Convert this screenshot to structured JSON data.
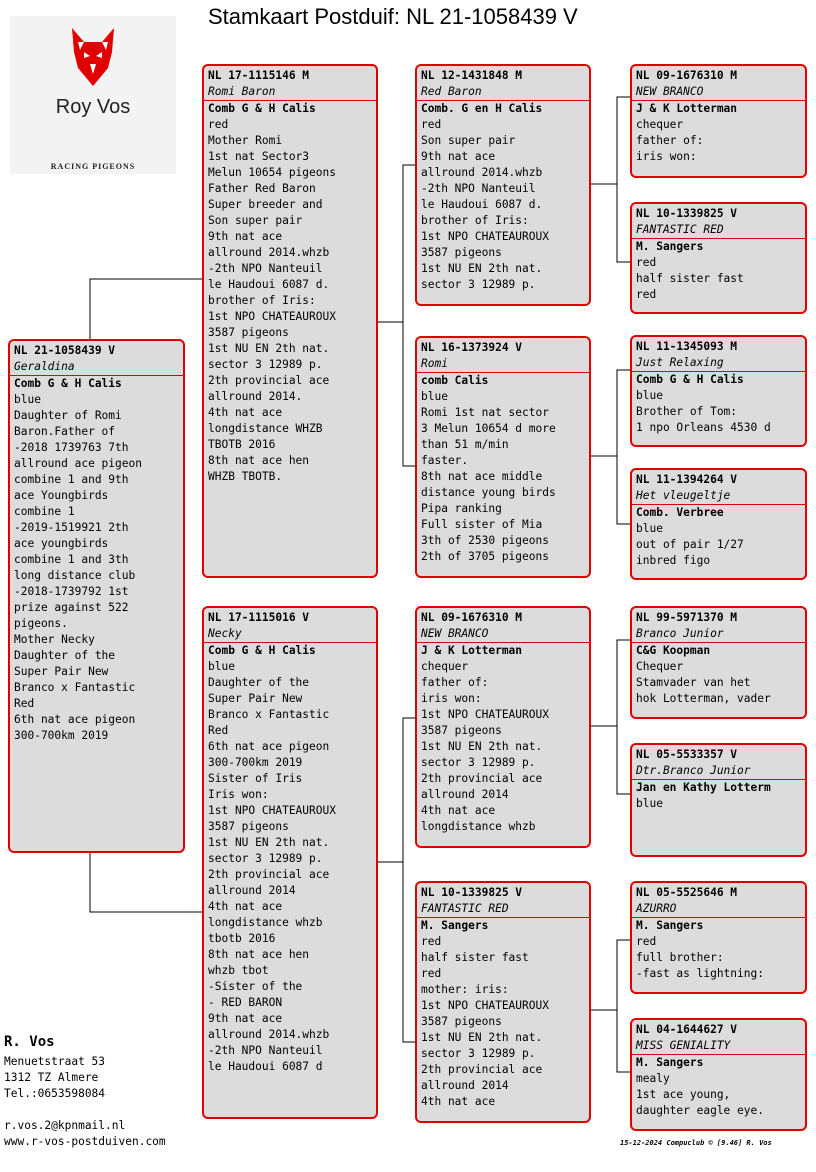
{
  "title": "Stamkaart Postduif: NL  21-1058439 V",
  "logo": {
    "name": "Roy Vos",
    "subtitle": "RACING PIGEONS",
    "icon": "wolf-head-icon",
    "color": "#e00000"
  },
  "colors": {
    "card_border": "#e00000",
    "card_bg": "#dcdcdc",
    "line": "#000000"
  },
  "pigeons": {
    "subject": {
      "ring": "NL  21-1058439 V",
      "name": "Geraldina",
      "breeder": "Comb G & H Calis",
      "lines": [
        "blue",
        "Daughter of Romi",
        "Baron.Father of",
        "-2018 1739763 7th",
        "allround ace pigeon",
        "combine 1 and 9th",
        "ace Youngbirds",
        "combine 1",
        "-2019-1519921 2th",
        "ace youngbirds",
        "combine 1 and 3th",
        "long distance club",
        "-2018-1739792 1st",
        "prize against 522",
        "pigeons.",
        "Mother Necky",
        "Daughter of the",
        "Super Pair New",
        "Branco x Fantastic",
        "Red",
        "6th nat ace pigeon",
        "300-700km 2019"
      ]
    },
    "father": {
      "ring": "NL  17-1115146 M",
      "name": "Romi Baron",
      "breeder": "Comb G & H Calis",
      "lines": [
        "red",
        "Mother Romi",
        "1st nat Sector3",
        "Melun 10654 pigeons",
        "Father Red Baron",
        "Super breeder and",
        "Son super pair",
        "9th nat ace",
        "allround 2014.whzb",
        "-2th NPO Nanteuil",
        "le Haudoui 6087 d.",
        "brother of Iris:",
        "1st NPO CHATEAUROUX",
        "3587 pigeons",
        "1st NU EN 2th nat.",
        "sector 3 12989 p.",
        "2th provincial ace",
        "allround 2014.",
        "4th nat ace",
        "longdistance WHZB",
        "TBOTB 2016",
        "8th nat ace hen",
        "WHZB TBOTB."
      ]
    },
    "mother": {
      "ring": "NL  17-1115016 V",
      "name": "Necky",
      "breeder": "Comb G & H Calis",
      "lines": [
        "blue",
        "Daughter of the",
        "Super Pair New",
        "Branco x Fantastic",
        "Red",
        "6th nat ace pigeon",
        "300-700km 2019",
        "Sister of Iris",
        "Iris won:",
        "1st NPO CHATEAUROUX",
        "3587 pigeons",
        "1st NU EN 2th nat.",
        "sector 3 12989 p.",
        "2th provincial ace",
        "allround 2014",
        "4th nat ace",
        "longdistance whzb",
        "tbotb 2016",
        "8th nat ace hen",
        "whzb tbot",
        "-Sister of the",
        "- RED BARON",
        "9th nat ace",
        "allround 2014.whzb",
        "-2th NPO Nanteuil",
        "le Haudoui 6087 d"
      ]
    },
    "ff": {
      "ring": "NL  12-1431848 M",
      "name": "Red Baron",
      "breeder": "Comb. G en H Calis",
      "lines": [
        "red",
        "Son super pair",
        "9th nat ace",
        "allround 2014.whzb",
        "-2th NPO Nanteuil",
        "le Haudoui 6087 d.",
        "brother of Iris:",
        "1st NPO CHATEAUROUX",
        "3587 pigeons",
        "1st NU EN 2th nat.",
        "sector 3 12989 p."
      ]
    },
    "fm": {
      "ring": "NL  16-1373924 V",
      "name": "Romi",
      "breeder": "comb Calis",
      "lines": [
        "blue",
        "Romi 1st nat sector",
        "3 Melun 10654 d more",
        "than 51 m/min",
        "faster.",
        "8th nat ace middle",
        "distance young birds",
        "Pipa ranking",
        "Full sister of Mia",
        "3th of 2530 pigeons",
        "2th of 3705 pigeons"
      ]
    },
    "mf": {
      "ring": "NL  09-1676310 M",
      "name": "NEW BRANCO",
      "breeder": "J & K Lotterman",
      "lines": [
        "chequer",
        "father of:",
        "iris won:",
        "1st NPO CHATEAUROUX",
        "3587 pigeons",
        "1st NU EN 2th nat.",
        "sector 3 12989 p.",
        "2th provincial ace",
        "allround 2014",
        "4th nat ace",
        "longdistance whzb"
      ]
    },
    "mm": {
      "ring": "NL  10-1339825 V",
      "name": "FANTASTIC RED",
      "breeder": "M. Sangers",
      "lines": [
        "red",
        "half sister fast",
        "red",
        "mother: iris:",
        "1st NPO CHATEAUROUX",
        "3587 pigeons",
        "1st NU EN 2th nat.",
        "sector 3 12989 p.",
        "2th provincial ace",
        "allround 2014",
        "4th nat ace"
      ]
    },
    "fff": {
      "ring": "NL  09-1676310 M",
      "name": "NEW BRANCO",
      "breeder": "J & K Lotterman",
      "lines": [
        "chequer",
        "father of:",
        "iris won:"
      ]
    },
    "ffm": {
      "ring": "NL  10-1339825 V",
      "name": "FANTASTIC RED",
      "breeder": "M. Sangers",
      "lines": [
        "red",
        "half sister fast",
        "red"
      ]
    },
    "fmf": {
      "ring": "NL  11-1345093 M",
      "name": "Just Relaxing",
      "breeder": "Comb G & H Calis",
      "lines": [
        "blue",
        "Brother of  Tom:",
        "1 npo Orleans 4530 d"
      ]
    },
    "fmm": {
      "ring": "NL  11-1394264 V",
      "name": "Het vleugeltje",
      "breeder": "Comb. Verbree",
      "lines": [
        "blue",
        "out of pair 1/27",
        "inbred figo"
      ]
    },
    "mff": {
      "ring": "NL  99-5971370 M",
      "name": "Branco Junior",
      "breeder": "C&G Koopman",
      "lines": [
        "Chequer",
        "Stamvader van het",
        "hok Lotterman, vader"
      ]
    },
    "mfm": {
      "ring": "NL  05-5533357 V",
      "name": "Dtr.Branco Junior",
      "breeder": "Jan en Kathy Lotterm",
      "lines": [
        "blue"
      ]
    },
    "mmf": {
      "ring": "NL  05-5525646 M",
      "name": "AZURRO",
      "breeder": "M. Sangers",
      "lines": [
        "red",
        "full brother:",
        "-fast as lightning:"
      ]
    },
    "mmm": {
      "ring": "NL  04-1644627 V",
      "name": "MISS GENIALITY",
      "breeder": "M. Sangers",
      "lines": [
        "mealy",
        "1st ace young,",
        "daughter eagle eye."
      ]
    }
  },
  "owner": {
    "name": "R. Vos",
    "address": "Menuetstraat 53",
    "city": "1312 TZ  Almere",
    "phone": "Tel.:0653598084",
    "email": "r.vos.2@kpnmail.nl",
    "website": "www.r-vos-postduiven.com"
  },
  "footer": "15-12-2024   Compuclub © [9.46]  R. Vos"
}
